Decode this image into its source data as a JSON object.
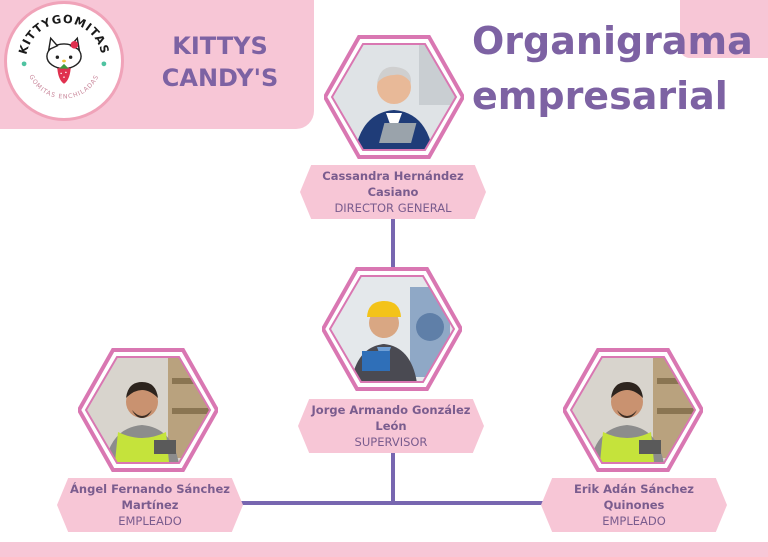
{
  "brand": {
    "logo_top_text": "KITTYGOMITAS",
    "logo_bottom_text": "GOMITAS ENCHILADAS",
    "name": "KITTYS\nCANDY'S"
  },
  "title": "Organigrama\nempresarial",
  "colors": {
    "pink": "#f7c6d6",
    "hex_border": "#d977b2",
    "purple_text": "#7d62a3",
    "connector": "#7766b0"
  },
  "org": {
    "director": {
      "name": "Cassandra Hernández\nCasiano",
      "role": "DIRECTOR GENERAL"
    },
    "supervisor": {
      "name": "Jorge Armando González\nLeón",
      "role": "SUPERVISOR"
    },
    "employees": [
      {
        "name": "Ángel Fernando Sánchez\nMartínez",
        "role": "EMPLEADO"
      },
      {
        "name": "Erik Adán Sánchez\nQuinones",
        "role": "EMPLEADO"
      }
    ]
  }
}
